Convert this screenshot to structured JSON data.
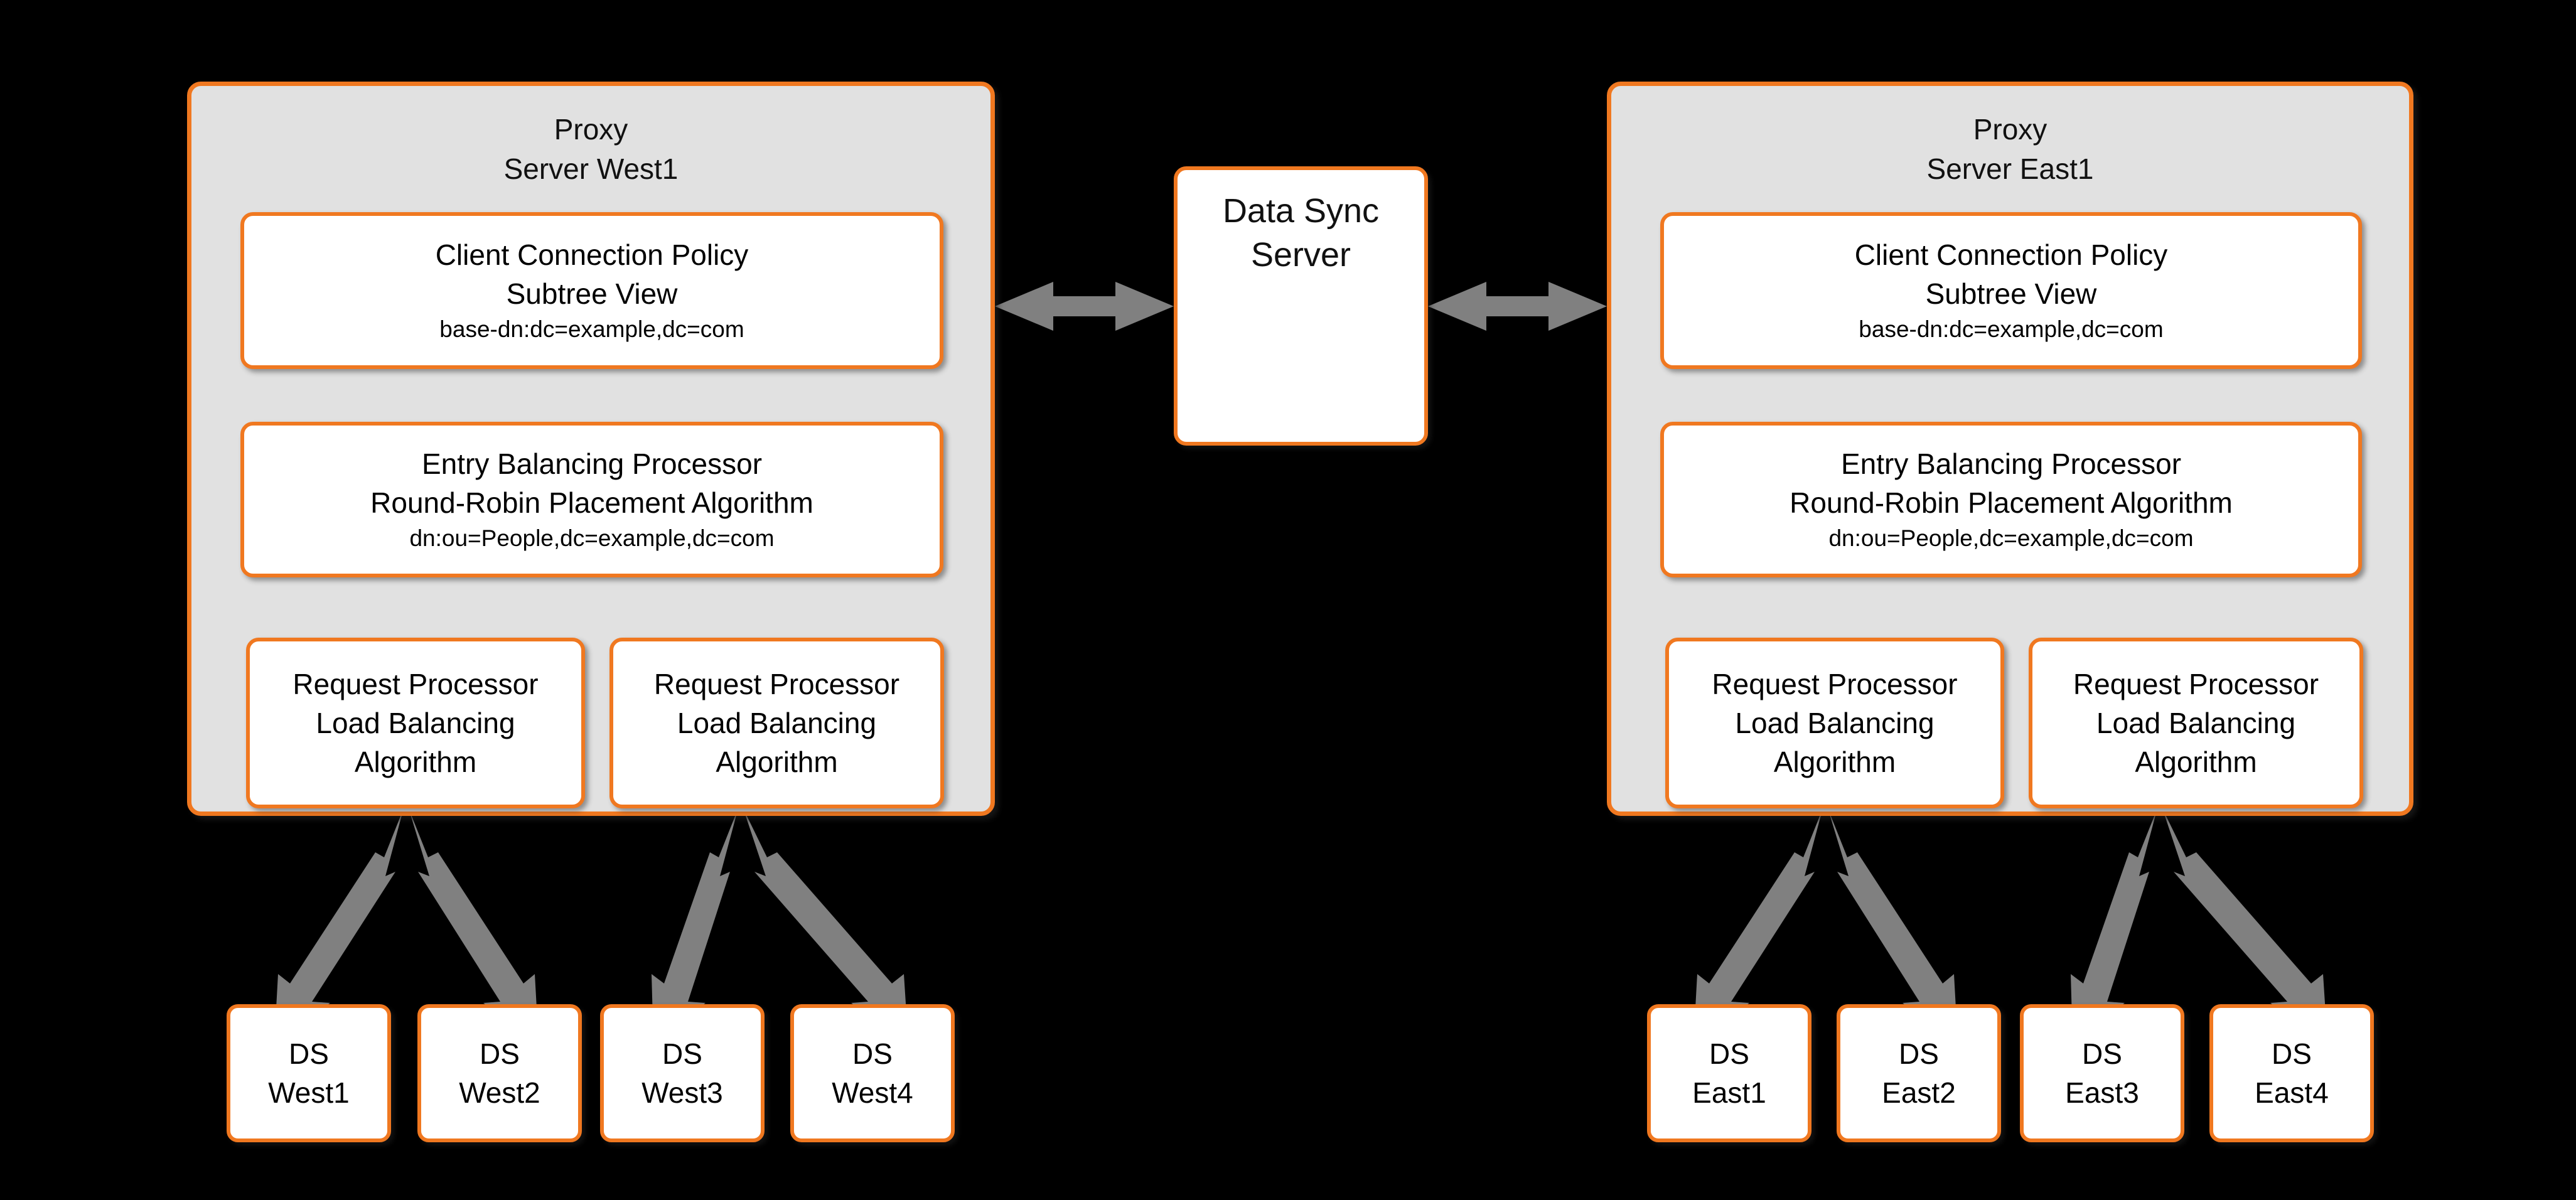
{
  "theme": {
    "background": "#000000",
    "panel_fill": "#e1e1e1",
    "card_fill": "#ffffff",
    "accent_border": "#F07820",
    "arrow_color": "#808080",
    "text_color": "#111111"
  },
  "diagram": {
    "type": "architecture-topology",
    "title": "Proxy Server Entry Balancing Topology"
  },
  "sync": {
    "line1": "Data Sync",
    "line2": "Server"
  },
  "panels": [
    {
      "id": "west",
      "title_line1": "Proxy",
      "title_line2": "Server West1",
      "policy": {
        "line1": "Client Connection Policy",
        "line2": "Subtree View",
        "line3": "base-dn:dc=example,dc=com"
      },
      "balancer": {
        "line1": "Entry Balancing Processor",
        "line2": "Round-Robin Placement Algorithm",
        "line3": "dn:ou=People,dc=example,dc=com"
      },
      "processors": [
        {
          "line1": "Request Processor",
          "line2": "Load Balancing",
          "line3": "Algorithm"
        },
        {
          "line1": "Request Processor",
          "line2": "Load Balancing",
          "line3": "Algorithm"
        }
      ],
      "directory_servers": [
        {
          "line1": "DS",
          "line2": "West1"
        },
        {
          "line1": "DS",
          "line2": "West2"
        },
        {
          "line1": "DS",
          "line2": "West3"
        },
        {
          "line1": "DS",
          "line2": "West4"
        }
      ]
    },
    {
      "id": "east",
      "title_line1": "Proxy",
      "title_line2": "Server East1",
      "policy": {
        "line1": "Client Connection Policy",
        "line2": "Subtree View",
        "line3": "base-dn:dc=example,dc=com"
      },
      "balancer": {
        "line1": "Entry Balancing Processor",
        "line2": "Round-Robin Placement Algorithm",
        "line3": "dn:ou=People,dc=example,dc=com"
      },
      "processors": [
        {
          "line1": "Request Processor",
          "line2": "Load Balancing",
          "line3": "Algorithm"
        },
        {
          "line1": "Request Processor",
          "line2": "Load Balancing",
          "line3": "Algorithm"
        }
      ],
      "directory_servers": [
        {
          "line1": "DS",
          "line2": "East1"
        },
        {
          "line1": "DS",
          "line2": "East2"
        },
        {
          "line1": "DS",
          "line2": "East3"
        },
        {
          "line1": "DS",
          "line2": "East4"
        }
      ]
    }
  ],
  "connectors": [
    {
      "name": "west-proxy-to-sync",
      "kind": "double-arrow",
      "orientation": "horizontal",
      "from": "Proxy Server West1",
      "to": "Data Sync Server"
    },
    {
      "name": "sync-to-east-proxy",
      "kind": "double-arrow",
      "orientation": "horizontal",
      "from": "Data Sync Server",
      "to": "Proxy Server East1"
    },
    {
      "name": "west-policy-to-balancer",
      "kind": "single-arrow",
      "orientation": "vertical",
      "from": "Client Connection Policy",
      "to": "Entry Balancing Processor"
    },
    {
      "name": "east-policy-to-balancer",
      "kind": "single-arrow",
      "orientation": "vertical",
      "from": "Client Connection Policy",
      "to": "Entry Balancing Processor"
    },
    {
      "name": "west-balancer-to-rp1",
      "kind": "single-arrow",
      "orientation": "diagonal",
      "from": "Entry Balancing Processor",
      "to": "Request Processor 1"
    },
    {
      "name": "west-balancer-to-rp2",
      "kind": "single-arrow",
      "orientation": "diagonal",
      "from": "Entry Balancing Processor",
      "to": "Request Processor 2"
    },
    {
      "name": "east-balancer-to-rp1",
      "kind": "single-arrow",
      "orientation": "diagonal",
      "from": "Entry Balancing Processor",
      "to": "Request Processor 1"
    },
    {
      "name": "east-balancer-to-rp2",
      "kind": "single-arrow",
      "orientation": "diagonal",
      "from": "Entry Balancing Processor",
      "to": "Request Processor 2"
    },
    {
      "name": "west-rp1-to-ds-west1",
      "kind": "double-arrow",
      "orientation": "diagonal",
      "from": "Request Processor 1",
      "to": "DS West1"
    },
    {
      "name": "west-rp1-to-ds-west2",
      "kind": "double-arrow",
      "orientation": "diagonal",
      "from": "Request Processor 1",
      "to": "DS West2"
    },
    {
      "name": "west-rp2-to-ds-west3",
      "kind": "double-arrow",
      "orientation": "diagonal",
      "from": "Request Processor 2",
      "to": "DS West3"
    },
    {
      "name": "west-rp2-to-ds-west4",
      "kind": "double-arrow",
      "orientation": "diagonal",
      "from": "Request Processor 2",
      "to": "DS West4"
    },
    {
      "name": "east-rp1-to-ds-east1",
      "kind": "double-arrow",
      "orientation": "diagonal",
      "from": "Request Processor 1",
      "to": "DS East1"
    },
    {
      "name": "east-rp1-to-ds-east2",
      "kind": "double-arrow",
      "orientation": "diagonal",
      "from": "Request Processor 1",
      "to": "DS East2"
    },
    {
      "name": "east-rp2-to-ds-east3",
      "kind": "double-arrow",
      "orientation": "diagonal",
      "from": "Request Processor 2",
      "to": "DS East3"
    },
    {
      "name": "east-rp2-to-ds-east4",
      "kind": "double-arrow",
      "orientation": "diagonal",
      "from": "Request Processor 2",
      "to": "DS East4"
    }
  ]
}
